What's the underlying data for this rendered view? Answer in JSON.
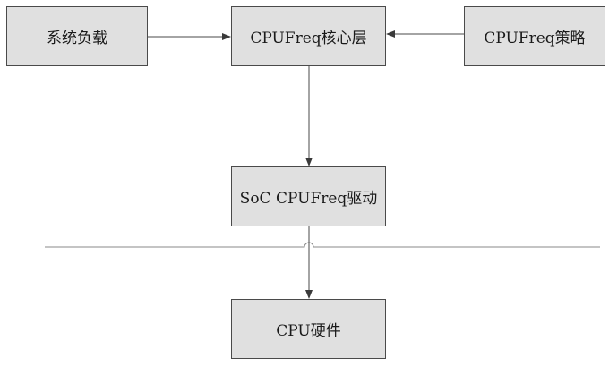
{
  "diagram": {
    "nodes": {
      "system_load": "系统负载",
      "core_layer": "CPUFreq核心层",
      "policy": "CPUFreq策略",
      "soc_driver": "SoC CPUFreq驱动",
      "cpu_hardware": "CPU硬件"
    },
    "edges": [
      {
        "from": "system_load",
        "to": "core_layer"
      },
      {
        "from": "policy",
        "to": "core_layer"
      },
      {
        "from": "core_layer",
        "to": "soc_driver"
      },
      {
        "from": "soc_driver",
        "to": "cpu_hardware"
      }
    ],
    "colors": {
      "box_fill": "#e0e0e0",
      "box_border": "#4a4a4a",
      "line": "#4a4a4a",
      "divider": "#8a8a8a"
    }
  }
}
